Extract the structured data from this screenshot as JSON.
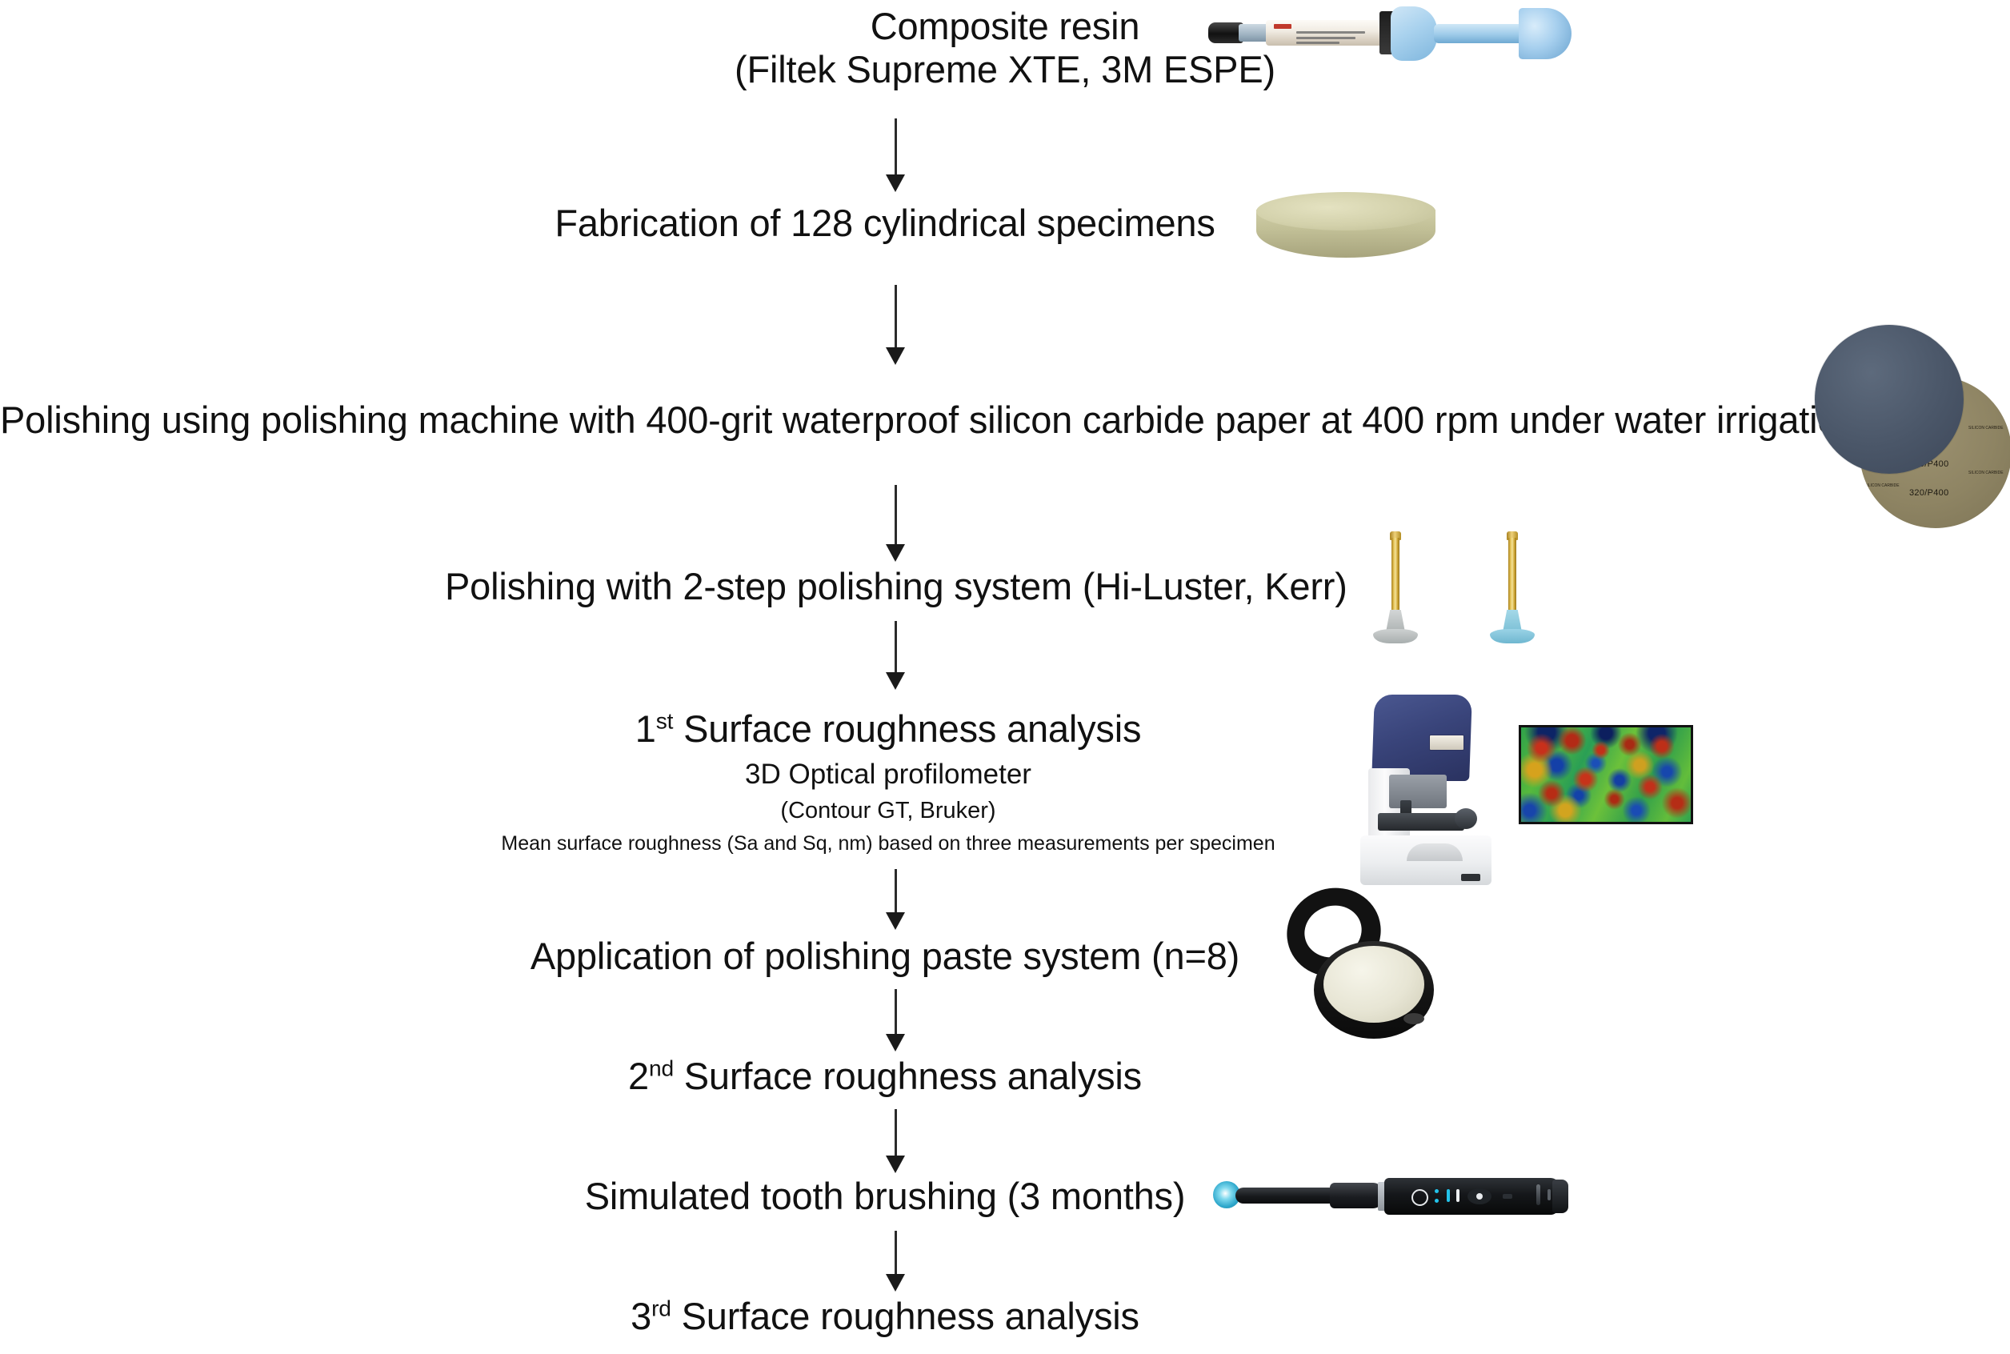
{
  "figure": {
    "type": "flowchart",
    "title": "Experimental study workflow for surface roughness of composite resin",
    "orientation": "top-to-bottom"
  },
  "steps": [
    {
      "id": "composite-resin",
      "main_line_1": "Composite resin",
      "main_line_2": "(Filtek Supreme XTE, 3M ESPE)"
    },
    {
      "id": "fabrication",
      "main": "Fabrication of 128 cylindrical specimens"
    },
    {
      "id": "polishing-machine",
      "main": "Polishing using polishing machine with 400-grit waterproof silicon carbide paper at 400 rpm under water irrigation"
    },
    {
      "id": "two-step-polishing",
      "main": "Polishing with 2-step polishing system (Hi-Luster, Kerr)"
    },
    {
      "id": "first-roughness",
      "ordinal": "1",
      "ordinal_suffix": "st",
      "main_rest": " Surface roughness analysis",
      "sub1": "3D Optical profilometer",
      "sub2": "(Contour GT, Bruker)",
      "sub3": "Mean surface roughness (Sa and Sq, nm) based on three measurements per specimen"
    },
    {
      "id": "paste-application",
      "main": "Application of polishing paste system (n=8)"
    },
    {
      "id": "second-roughness",
      "ordinal": "2",
      "ordinal_suffix": "nd",
      "main_rest": " Surface roughness analysis"
    },
    {
      "id": "tooth-brushing",
      "main": "Simulated tooth brushing (3 months)"
    },
    {
      "id": "third-roughness",
      "ordinal": "3",
      "ordinal_suffix": "rd",
      "main_rest": " Surface roughness analysis"
    }
  ],
  "artwork": {
    "syringe": {
      "name": "composite-resin-syringe",
      "label_brand": "3M",
      "plunger_color": "#9ecbe9",
      "barrel_color": "#f1ece3"
    },
    "specimen": {
      "name": "cylindrical-specimen-disc",
      "color": "#c2c097"
    },
    "sandpaper": {
      "name": "silicon-carbide-paper-discs",
      "front_color": "#4a5668",
      "back_color": "#8e8463",
      "grit_label": "320/P400",
      "grit_labels": [
        "320/P400",
        "320/P400",
        "320/P400",
        "320/P400"
      ],
      "fine_print": "SILICON CARBIDE"
    },
    "burs": {
      "name": "two-step-polishing-burs",
      "items": [
        {
          "name": "polishing-bur-gray",
          "cup_color": "#bfc4c4",
          "shank_color": "#e7c65a"
        },
        {
          "name": "polishing-bur-blue",
          "cup_color": "#7cc0d6",
          "shank_color": "#e7c65a"
        }
      ]
    },
    "profilometer": {
      "name": "optical-profilometer",
      "head_color": "#39447a",
      "body_color": "#eceef0"
    },
    "heatmap": {
      "name": "surface-roughness-heatmap",
      "colormap": "rainbow",
      "low_color": "#1440a8",
      "mid_color": "#2fa24a",
      "high_color": "#c8301b"
    },
    "paste": {
      "name": "polishing-paste-compact",
      "case_color": "#141414",
      "paste_color": "#e7e5d4"
    },
    "toothbrush": {
      "name": "electric-toothbrush",
      "body_color": "#15171a",
      "accent_color": "#23c3ea"
    }
  },
  "arrows": {
    "name": "flow-arrow",
    "color": "#1a1a1a",
    "count": 8
  }
}
